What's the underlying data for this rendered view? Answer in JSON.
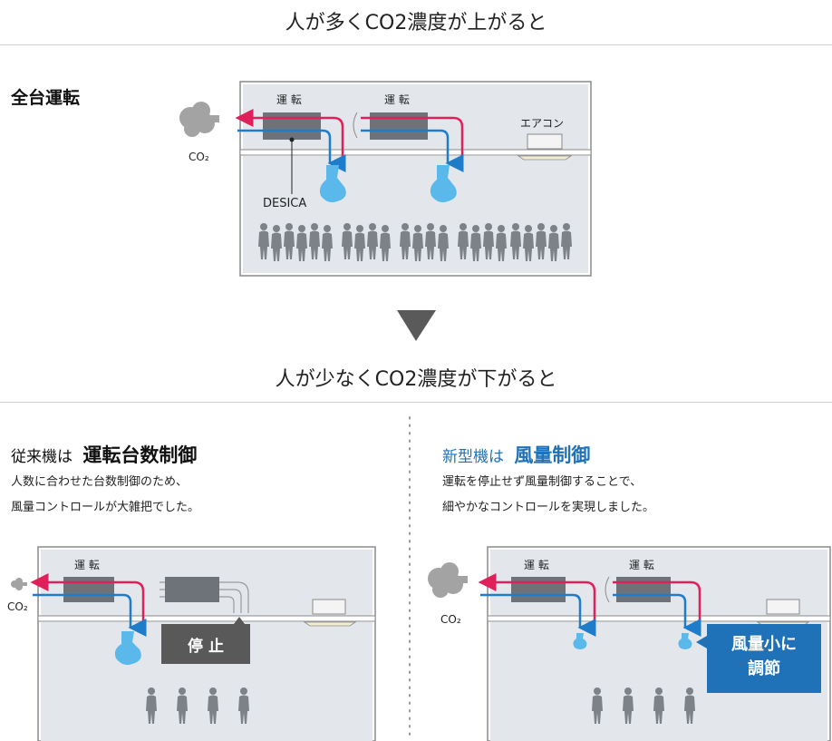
{
  "top": {
    "heading": "人が多くCO2濃度が上がると",
    "mode_title": "全台運転",
    "unit1_label": "運 転",
    "unit2_label": "運 転",
    "aircon_label": "エアコン",
    "co2_label": "CO₂",
    "desica_label": "DESICA"
  },
  "middle": {
    "heading": "人が少なくCO2濃度が下がると"
  },
  "left": {
    "title_prefix": "従来機は",
    "title_main": "運転台数制御",
    "desc_line1": "人数に合わせた台数制御のため、",
    "desc_line2": "風量コントロールが大雑把でした。",
    "unit1_label": "運 転",
    "co2_label": "CO₂",
    "stop_label": "停 止"
  },
  "right": {
    "title_prefix": "新型機は",
    "title_main": "風量制御",
    "desc_line1": "運転を停止せず風量制御することで、",
    "desc_line2": "細やかなコントロールを実現しました。",
    "unit1_label": "運 転",
    "unit2_label": "運 転",
    "co2_label": "CO₂",
    "badge_line1": "風量小に",
    "badge_line2": "調節"
  },
  "colors": {
    "exhaust": "#e0205a",
    "supply": "#1f7cc8",
    "unit": "#6e737a",
    "room": "#e3e7ec",
    "wall": "#8a8a8a",
    "person": "#7d8288",
    "airflow": "#5ab8ea",
    "cloud": "#a3a3a3",
    "stop_badge": "#595959",
    "accent": "#1f72b8"
  }
}
